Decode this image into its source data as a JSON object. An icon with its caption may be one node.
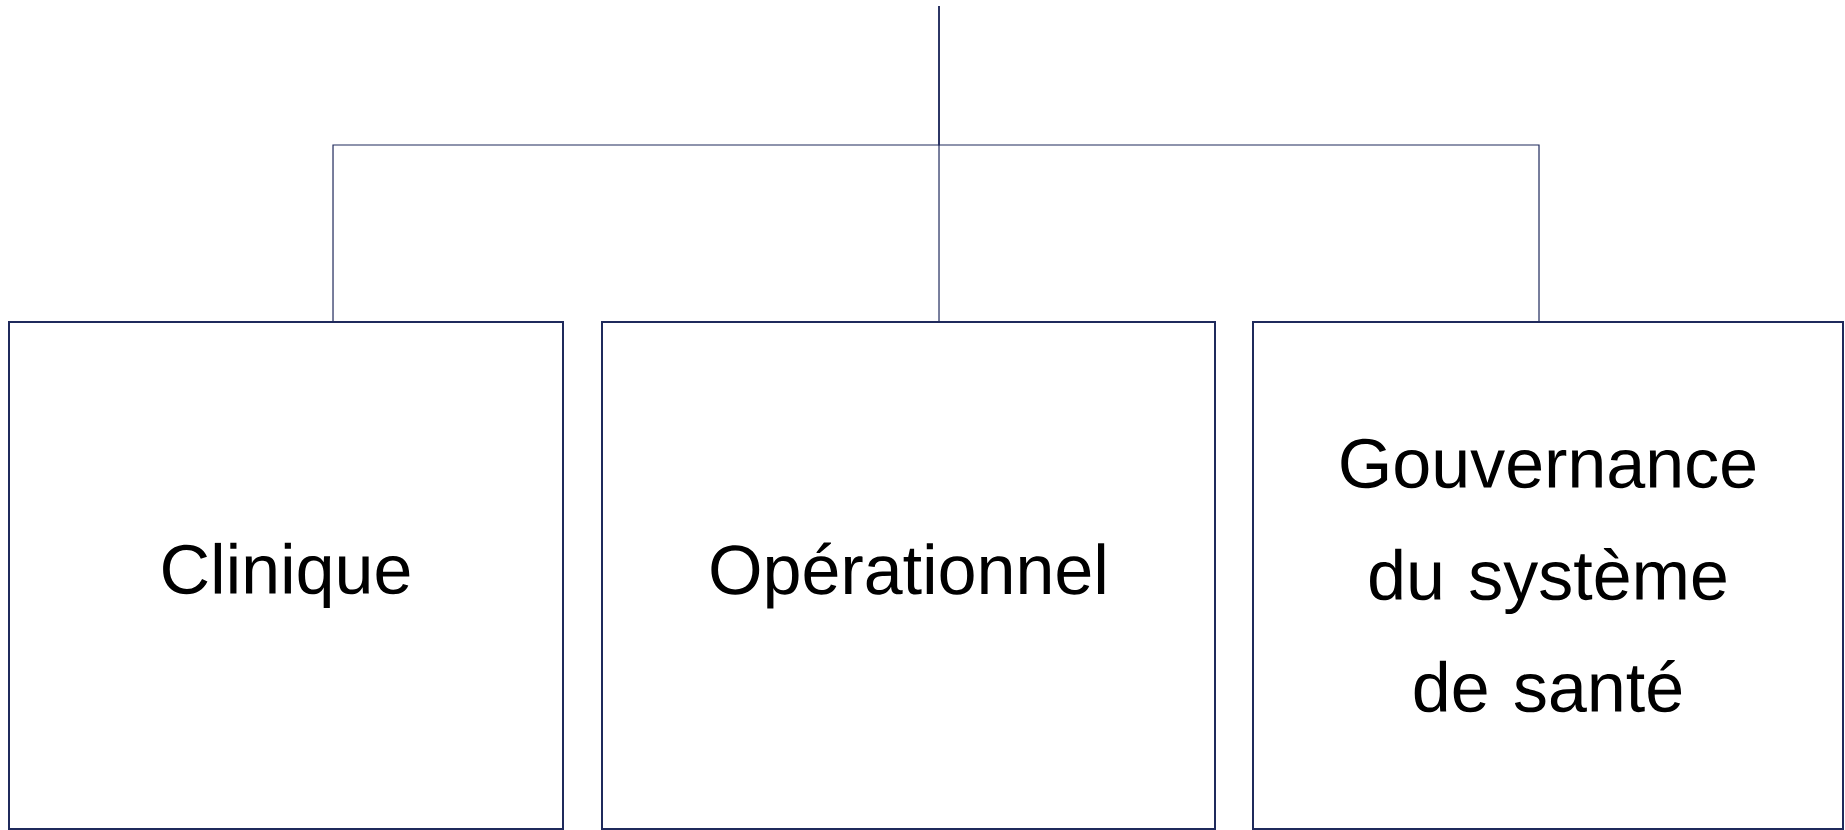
{
  "diagram": {
    "nodes": [
      {
        "text": [
          "Clinique"
        ]
      },
      {
        "text": [
          "Opérationnel"
        ]
      },
      {
        "text": [
          "Gouvernance du système de santé"
        ]
      }
    ],
    "edges": [
      {
        "from": null,
        "to": 0,
        "arrow": "none"
      },
      {
        "from": null,
        "to": 1,
        "arrow": "none"
      },
      {
        "from": null,
        "to": 2,
        "arrow": "none"
      }
    ]
  }
}
